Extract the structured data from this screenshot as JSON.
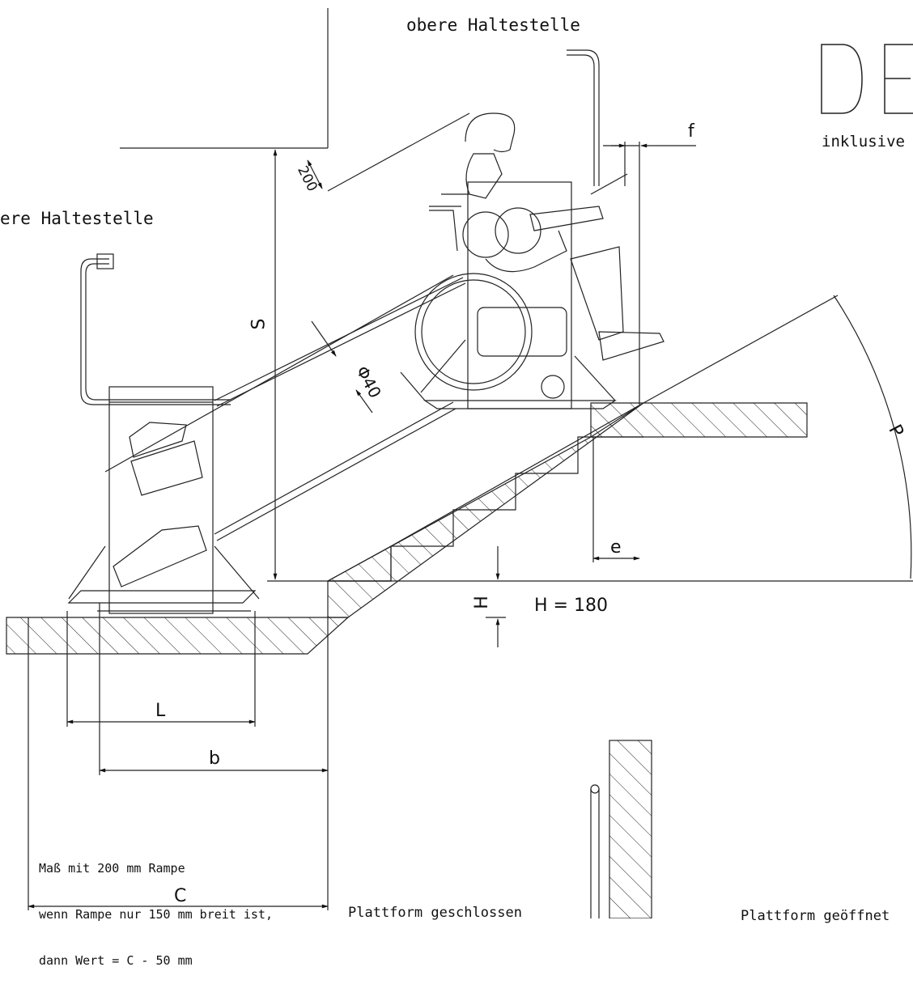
{
  "labels": {
    "upper_stop": "obere Haltestelle",
    "lower_stop_partial": "ere Haltestelle",
    "logo_partial": "DE",
    "inclusive_partial": "inklusive",
    "platform_closed": "Plattform geschlossen",
    "platform_open_partial": "Plattform geöffnet"
  },
  "dimensions": {
    "wall_offset": "200",
    "f": "f",
    "S": "S",
    "rail_diameter": "Φ40",
    "angle": "P",
    "e": "e",
    "H": "H",
    "H_value": "H = 180",
    "L": "L",
    "b": "b",
    "C": "C"
  },
  "note": {
    "line1": "Maß mit 200 mm Rampe",
    "line2": "wenn Rampe nur 150 mm breit ist,",
    "line3": "dann Wert = C - 50 mm"
  }
}
